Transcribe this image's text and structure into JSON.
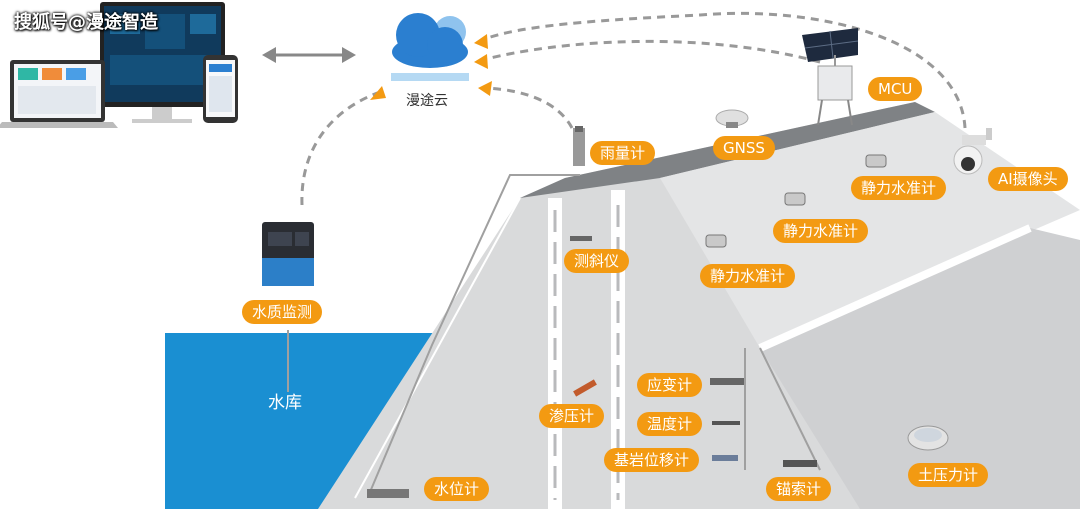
{
  "watermark": "搜狐号@漫途智造",
  "cloud": {
    "label": "漫途云"
  },
  "reservoir": {
    "label": "水库"
  },
  "devices": {
    "water_quality": "水质监测",
    "rain_gauge": "雨量计",
    "gnss": "GNSS",
    "mcu": "MCU",
    "ai_camera": "AI摄像头",
    "level_1": "静力水准计",
    "level_2": "静力水准计",
    "level_3": "静力水准计",
    "inclinometer": "测斜仪",
    "piezometer": "渗压计",
    "strain_gauge": "应变计",
    "thermometer": "温度计",
    "bedrock_displacement": "基岩位移计",
    "anchor_gauge": "锚索计",
    "water_level": "水位计",
    "earth_pressure": "土压力计"
  },
  "colors": {
    "label_bg": "#f39a12",
    "water": "#1a8fd2",
    "cloud": "#2b7fd0",
    "dam": "#d9dadb"
  }
}
